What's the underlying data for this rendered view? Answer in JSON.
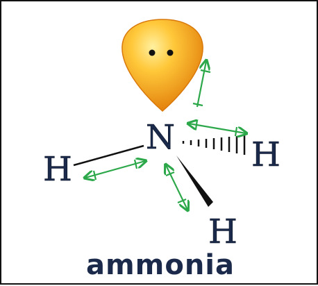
{
  "atoms": {
    "central": "N",
    "left": "H",
    "right": "H",
    "bottom": "H"
  },
  "caption": "ammonia",
  "colors": {
    "lone_pair_light": "#ffd24a",
    "lone_pair_dark": "#e8860a",
    "angle_arrows": "#2ca84a",
    "atom_text": "#1b2a4a",
    "bond": "#111111"
  }
}
